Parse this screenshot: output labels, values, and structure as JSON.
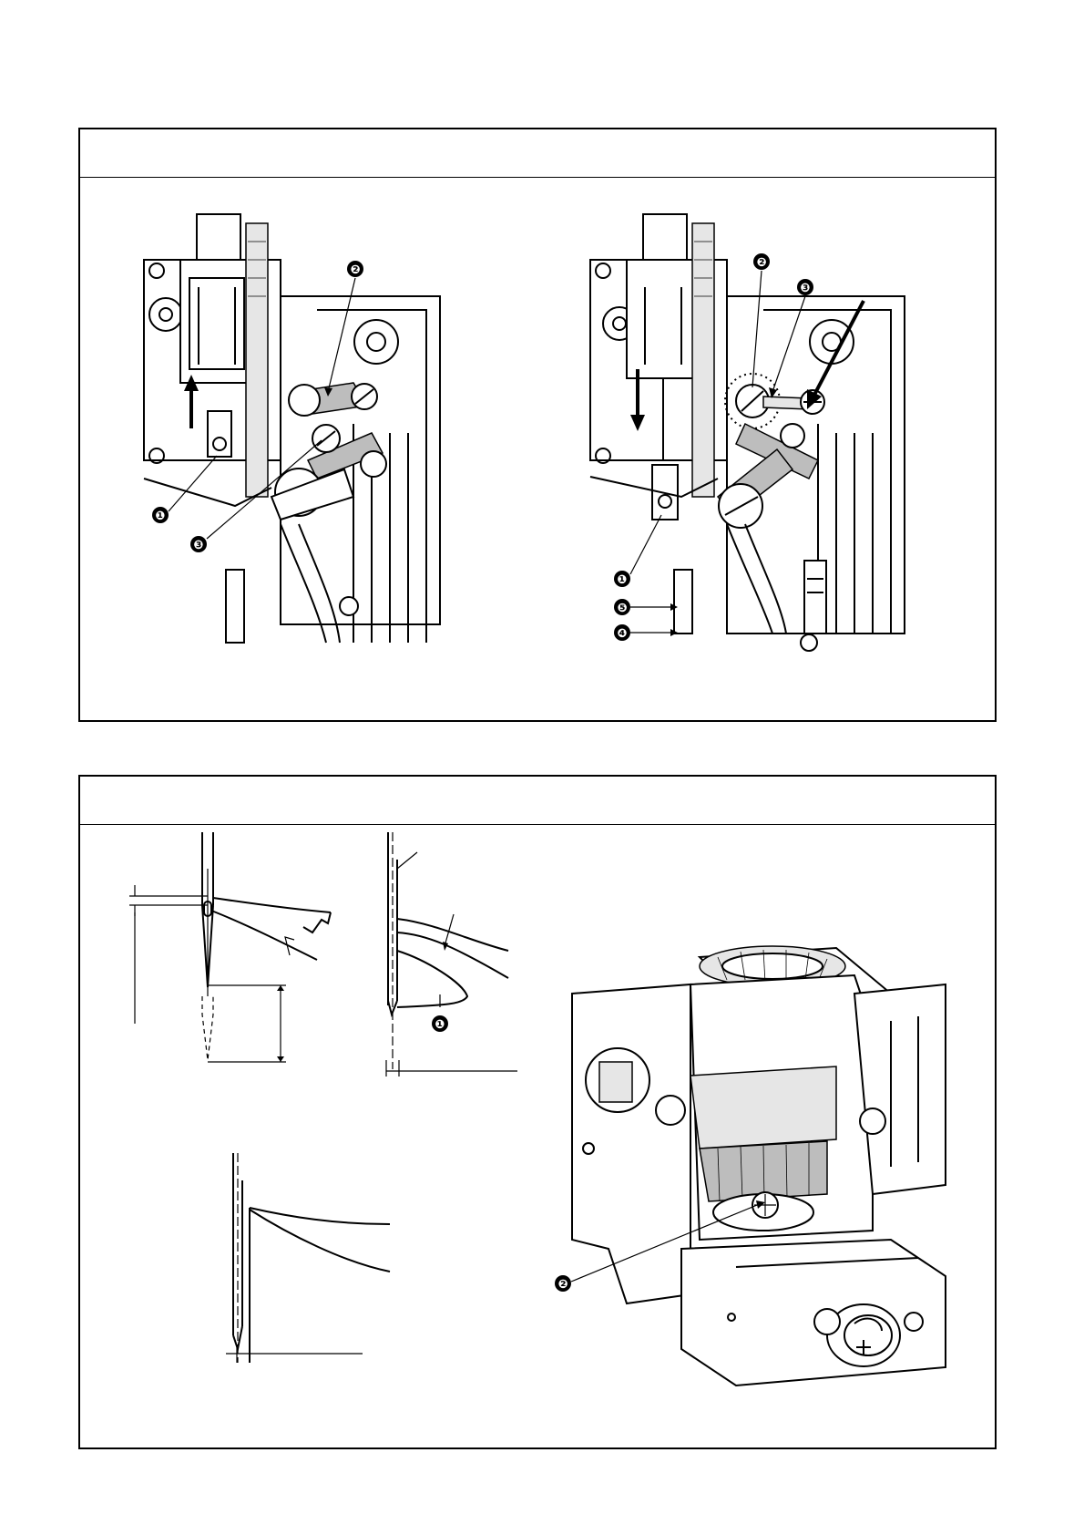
{
  "panels": [
    {
      "figures": [
        {
          "callouts": [
            "❶",
            "❷",
            "❸"
          ]
        },
        {
          "callouts": [
            "❶",
            "❷",
            "❸",
            "❹",
            "❺"
          ]
        }
      ]
    },
    {
      "figures": [
        {
          "callouts": []
        },
        {
          "callouts": [
            "❶"
          ]
        },
        {
          "callouts": []
        },
        {
          "callouts": [
            "❷"
          ]
        }
      ]
    }
  ]
}
